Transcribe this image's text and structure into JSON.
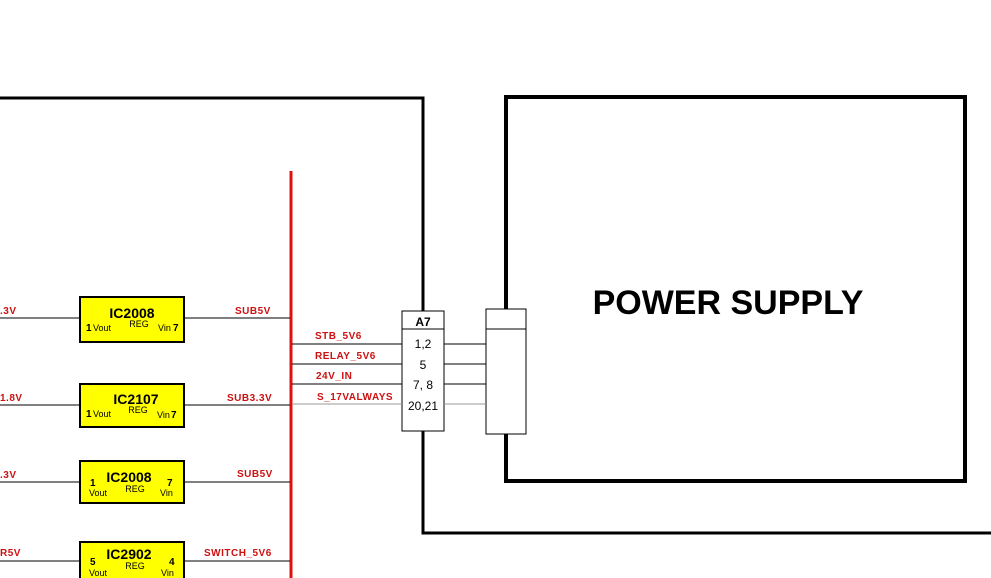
{
  "title": "POWER SUPPLY",
  "connector": {
    "name": "A7",
    "pins": [
      "1,2",
      "5",
      "7, 8",
      "20,21"
    ]
  },
  "bus_nets": [
    "STB_5V6",
    "RELAY_5V6",
    "24V_IN",
    "S_17VALWAYS"
  ],
  "regulators": [
    {
      "name": "IC2008",
      "type": "REG",
      "pin_out": "1",
      "pin_out_label": "Vout",
      "pin_in": "7",
      "pin_in_label": "Vin",
      "in_net": ".3V",
      "out_net": "SUB5V"
    },
    {
      "name": "IC2107",
      "type": "REG",
      "pin_out": "1",
      "pin_out_label": "Vout",
      "pin_in": "7",
      "pin_in_label": "Vin",
      "in_net": "1.8V",
      "out_net": "SUB3.3V"
    },
    {
      "name": "IC2008",
      "type": "REG",
      "pin_out": "1",
      "pin_out_label": "Vout",
      "pin_in": "7",
      "pin_in_label": "Vin",
      "in_net": ".3V",
      "out_net": "SUB5V"
    },
    {
      "name": "IC2902",
      "type": "REG",
      "pin_out": "5",
      "pin_out_label": "Vout",
      "pin_in": "4",
      "pin_in_label": "Vin",
      "in_net": "R5V",
      "out_net": "SWITCH_5V6"
    }
  ],
  "colors": {
    "bus": "#e01010",
    "net_label": "#cc1111",
    "ic_fill": "#ffff00"
  }
}
